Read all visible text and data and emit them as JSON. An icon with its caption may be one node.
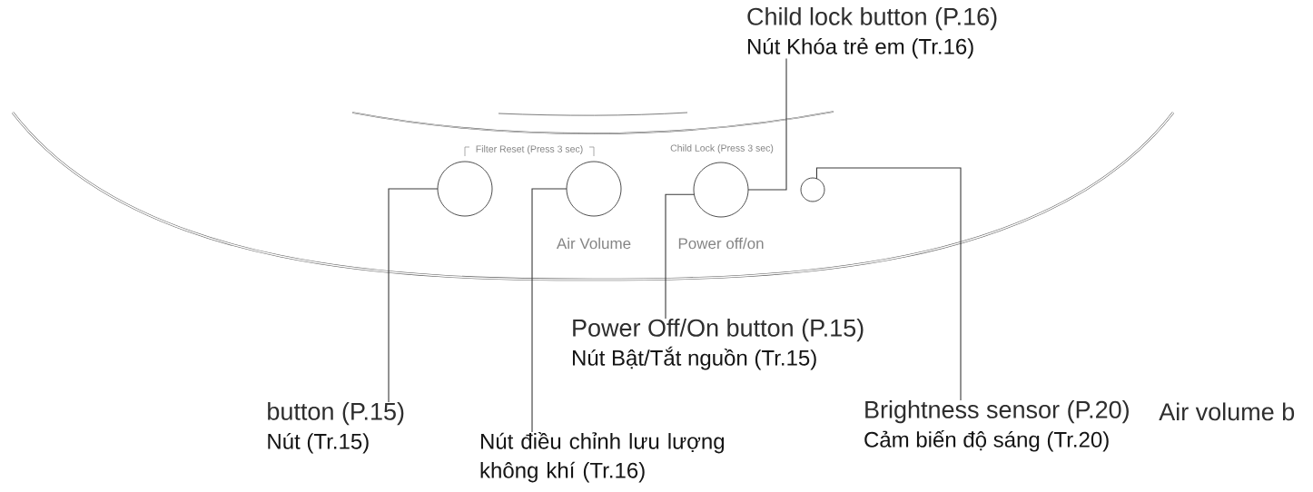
{
  "diagram": {
    "nodes": [
      {
        "text": [
          "Child lock button (P.16)",
          "Nút Khóa trẻ em (Tr.16)"
        ]
      },
      {
        "text": [],
        "shape": "circle"
      },
      {
        "text": [],
        "shape": "circle",
        "beside": [
          "Air Volume"
        ]
      },
      {
        "text": [],
        "shape": "circle",
        "beside": [
          "Child Lock (Press 3 sec)",
          "Power off/on"
        ]
      },
      {
        "text": [],
        "shape": "circle"
      },
      {
        "text": [
          "Power Off/On button (P.15)",
          "Nút Bật/Tắt nguồn (Tr.15)"
        ]
      },
      {
        "text": [
          "button (P.15)",
          "Nút (Tr.15)"
        ]
      },
      {
        "text": [
          "Brightness sensor (P.20)",
          "Cảm biến độ sáng (Tr.20)"
        ]
      },
      {
        "text": [
          "Nút điều chỉnh lưu lượng không khí (Tr.16)"
        ]
      }
    ],
    "edges": [
      {
        "from": 0,
        "to": 3,
        "arrow": "none"
      },
      {
        "from": 6,
        "to": 1,
        "arrow": "none"
      },
      {
        "from": 8,
        "to": 2,
        "arrow": "none"
      },
      {
        "from": 5,
        "to": 3,
        "arrow": "none"
      },
      {
        "from": 7,
        "to": 4,
        "arrow": "none"
      }
    ],
    "labels": [
      "Filter Reset (Press 3 sec)",
      "Air volume b"
    ]
  }
}
